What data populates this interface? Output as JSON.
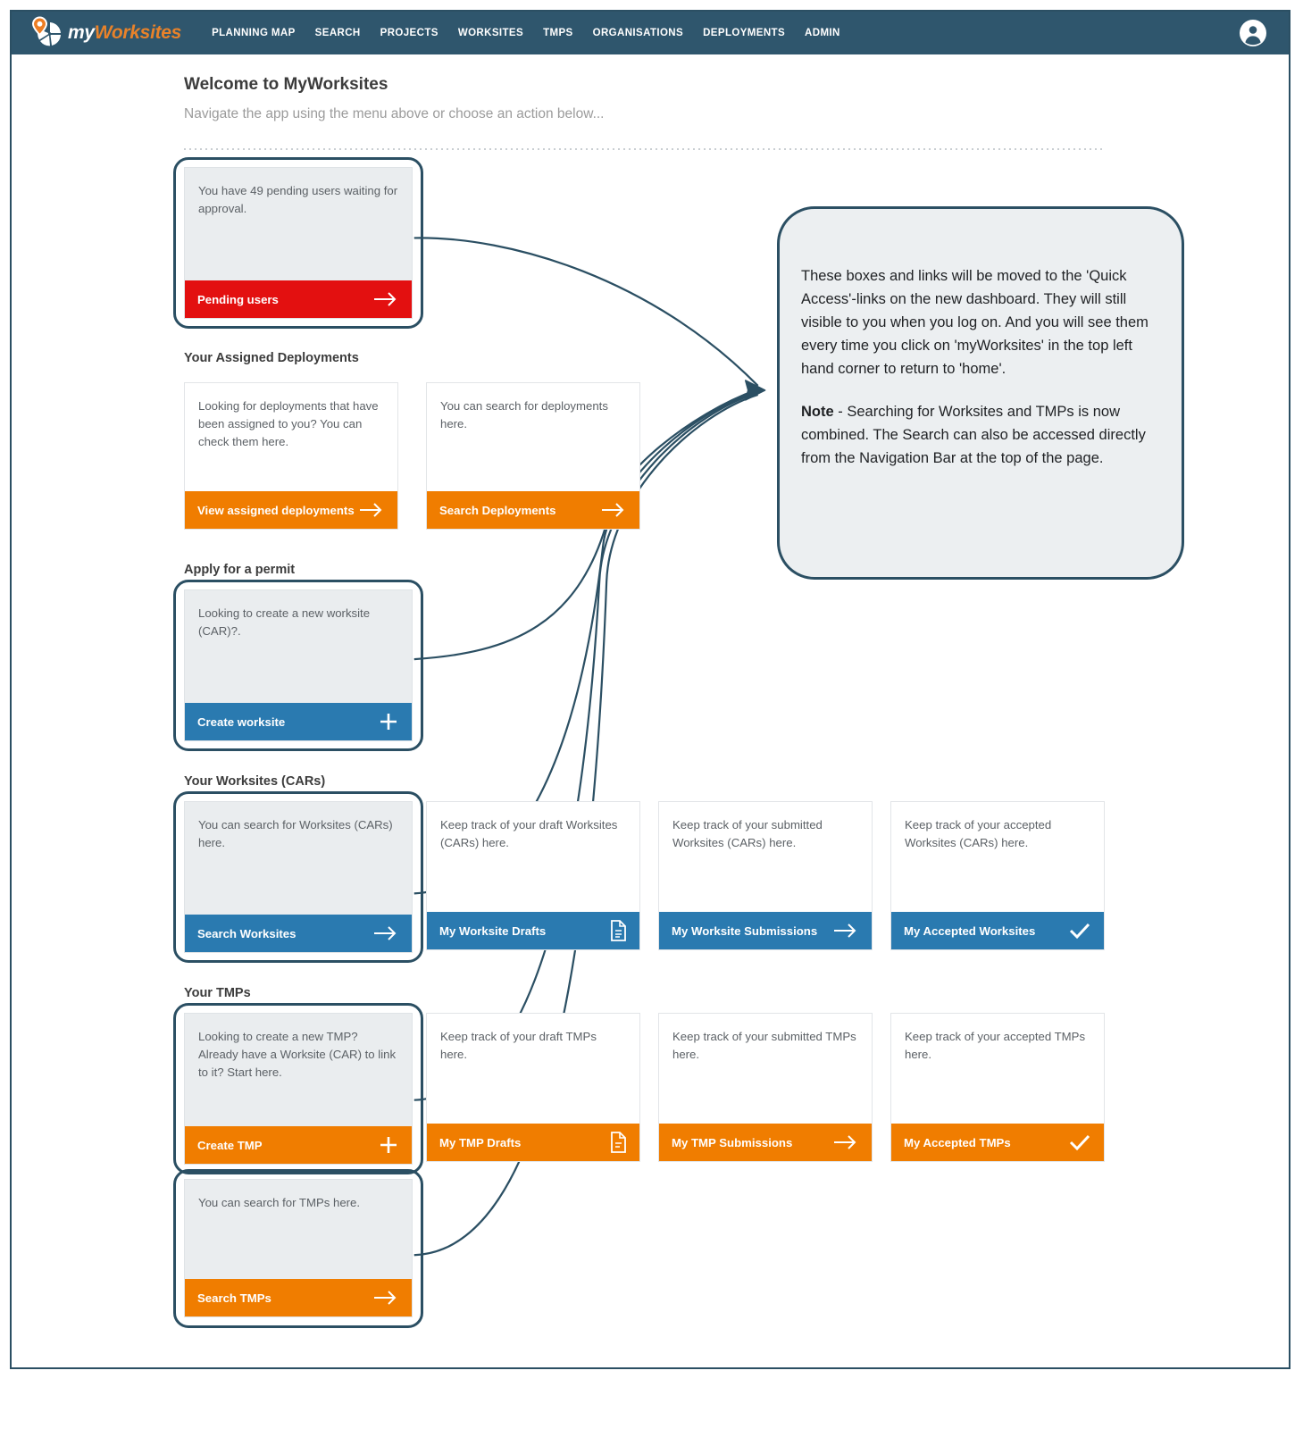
{
  "brand": {
    "logo_my": "my",
    "logo_worksites": "Worksites",
    "logo_icon": "map-pin-compass-icon"
  },
  "nav": {
    "items": [
      {
        "label": "PLANNING MAP"
      },
      {
        "label": "SEARCH"
      },
      {
        "label": "PROJECTS"
      },
      {
        "label": "WORKSITES"
      },
      {
        "label": "TMPS"
      },
      {
        "label": "ORGANISATIONS"
      },
      {
        "label": "DEPLOYMENTS"
      },
      {
        "label": "ADMIN"
      }
    ],
    "avatar_icon": "user-avatar-icon"
  },
  "header": {
    "title": "Welcome to MyWorksites",
    "subtitle": "Navigate the app using the menu above or choose an action below..."
  },
  "pending": {
    "body": "You have 49 pending users waiting for approval.",
    "action": "Pending users",
    "icon": "arrow-right-icon",
    "color": "#e31010"
  },
  "sections": {
    "deployments": "Your Assigned Deployments",
    "permit": "Apply for a permit",
    "worksites": "Your Worksites (CARs)",
    "tmps": "Your TMPs"
  },
  "cards": {
    "view_assigned_deployments": {
      "body": "Looking for deployments that have been assigned to you? You can check them here.",
      "action": "View assigned deployments",
      "icon": "arrow-right-icon"
    },
    "search_deployments": {
      "body": "You can search for deployments here.",
      "action": "Search Deployments",
      "icon": "arrow-right-icon"
    },
    "create_worksite": {
      "body": "Looking to create a new worksite (CAR)?.",
      "action": "Create worksite",
      "icon": "plus-icon"
    },
    "search_worksites": {
      "body": "You can search for Worksites (CARs) here.",
      "action": "Search Worksites",
      "icon": "arrow-right-icon"
    },
    "worksite_drafts": {
      "body": "Keep track of your draft Worksites (CARs) here.",
      "action": "My Worksite Drafts",
      "icon": "document-icon"
    },
    "worksite_submissions": {
      "body": "Keep track of your submitted Worksites (CARs) here.",
      "action": "My Worksite Submissions",
      "icon": "arrow-right-icon"
    },
    "accepted_worksites": {
      "body": "Keep track of your accepted Worksites (CARs) here.",
      "action": "My Accepted Worksites",
      "icon": "check-icon"
    },
    "create_tmp": {
      "body": "Looking to create a new TMP? Already have a Worksite (CAR) to link to it? Start here.",
      "action": "Create TMP",
      "icon": "plus-icon"
    },
    "tmp_drafts": {
      "body": "Keep track of your draft TMPs here.",
      "action": "My TMP Drafts",
      "icon": "document-icon"
    },
    "tmp_submissions": {
      "body": "Keep track of your submitted TMPs here.",
      "action": "My TMP Submissions",
      "icon": "arrow-right-icon"
    },
    "accepted_tmps": {
      "body": "Keep track of your accepted TMPs here.",
      "action": "My Accepted TMPs",
      "icon": "check-icon"
    },
    "search_tmps": {
      "body": "You can search for TMPs here.",
      "action": "Search TMPs",
      "icon": "arrow-right-icon"
    }
  },
  "callout": {
    "paragraph1": "These boxes and links will be moved to the 'Quick Access'-links on the new dashboard. They will still visible to you when you log on. And you will see them every time you click on 'myWorksites' in the top left hand corner to return to 'home'.",
    "note_label": "Note",
    "note_rest": " - Searching for Worksites and TMPs is now combined. The Search can also be accessed directly from the Navigation Bar at the top of the page."
  },
  "colors": {
    "navy": "#2f566d",
    "outline": "#2b4f63",
    "orange": "#f07d00",
    "blue": "#2a7ab0",
    "red": "#e31010",
    "card_gray": "#eaedef"
  }
}
